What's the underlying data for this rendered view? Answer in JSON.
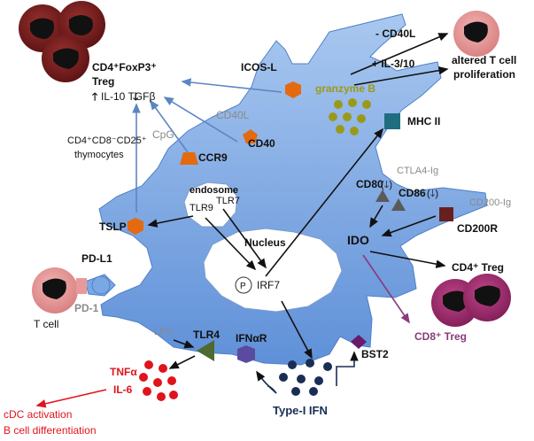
{
  "labels": {
    "treg_line1": "CD4⁺FoxP3⁺",
    "treg_line2": "Treg",
    "il10_tgf": "IL-10  TGFβ",
    "cd4cd8_line1": "CD4⁺CD8⁻CD25⁺",
    "cd4cd8_line2": "thymocytes",
    "cpg": "CpG",
    "cd40l_mid": "CD40L",
    "icosl": "ICOS-L",
    "cd40l_top": "- CD40L",
    "il3_10": "+ IL-3/10",
    "altered_line1": "altered T cell",
    "altered_line2": "proliferation",
    "granzyme": "granzyme B",
    "mhc2": "MHC II",
    "ctla4": "CTLA4-Ig",
    "cd80": "CD80",
    "cd86": "CD86",
    "cd200ig": "CD200-Ig",
    "cd200r": "CD200R",
    "ido": "IDO",
    "cd4treg": "CD4⁺ Treg",
    "cd8treg": "CD8⁺ Treg",
    "ccr9": "CCR9",
    "cd40": "CD40",
    "endosome": "endosome",
    "tlr7": "TLR7",
    "tlr9": "TLR9",
    "tslp": "TSLP",
    "nucleus": "Nucleus",
    "irf7": "IRF7",
    "p": "P",
    "pdl1": "PD-L1",
    "pd1": "PD-1",
    "tcell": "T cell",
    "lps": "LPS",
    "tlr4": "TLR4",
    "ifnar": "IFNαR",
    "bst2": "BST2",
    "tnfa": "TNFα",
    "il6": "IL-6",
    "typei": "Type-I IFN",
    "cdc": "cDC activation",
    "bcell": "B cell differentiation"
  },
  "colors": {
    "pdc_body": "#7aa8e4",
    "nucleus_fill": "#ffffff",
    "treg_cell": "#7a1c1c",
    "pink_cell": "#e89a9a",
    "magenta_cell": "#a0306e",
    "orange_receptor": "#e46a10",
    "teal_mhc": "#1e6e80",
    "gray_receptor": "#5a5a5a",
    "maroon_cd200r": "#6a1f1f",
    "olive_granzyme": "#9a9a1a",
    "purple_bst2": "#6a1a6a",
    "ifnar_purple": "#5a4aa0",
    "tlr4_green": "#4e6a2e",
    "red_cytokine": "#e0141c",
    "navy_ifn": "#1a2e55",
    "arrow_blue": "#5b86c4",
    "arrow_magenta": "#8a3a7a",
    "gray_text": "#8a8a8a"
  }
}
